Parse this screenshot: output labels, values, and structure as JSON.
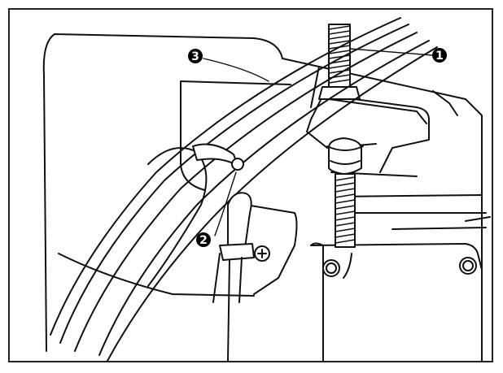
{
  "callouts": [
    {
      "label": "❶",
      "number": "1",
      "color": "#000000"
    },
    {
      "label": "❷",
      "number": "2",
      "color": "#000000"
    },
    {
      "label": "❸",
      "number": "3",
      "color": "#000000"
    }
  ],
  "colors": {
    "line": "#111111",
    "background": "#ffffff",
    "frame": "#222222"
  }
}
